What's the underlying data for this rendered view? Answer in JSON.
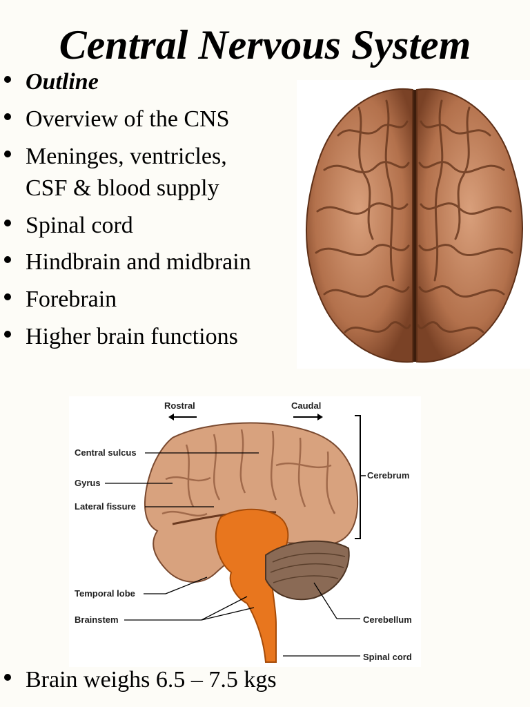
{
  "title": "Central Nervous System",
  "outline_label": "Outline",
  "outline_items": [
    "Overview of the CNS",
    "Meninges, ventricles,",
    "CSF & blood supply",
    "Spinal cord",
    "Hindbrain and midbrain",
    "Forebrain",
    "Higher brain functions"
  ],
  "diagram": {
    "rostral": "Rostral",
    "caudal": "Caudal",
    "central_sulcus": "Central sulcus",
    "gyrus": "Gyrus",
    "lateral_fissure": "Lateral fissure",
    "temporal_lobe": "Temporal lobe",
    "brainstem": "Brainstem",
    "cerebrum": "Cerebrum",
    "cerebellum": "Cerebellum",
    "spinal_cord": "Spinal cord"
  },
  "footer_bullets": [
    "Brain weighs 6.5 – 7.5 kgs"
  ],
  "colors": {
    "brain": "#c98d6a",
    "brain_dark": "#8b5236",
    "brainstem": "#e8761e",
    "cerebellum": "#8a6a55"
  }
}
